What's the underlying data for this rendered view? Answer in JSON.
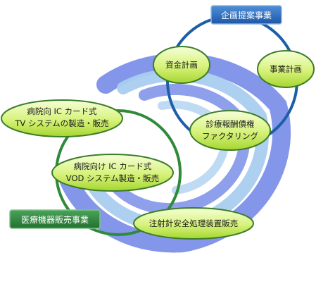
{
  "diagram": {
    "top_label": "企画提案事業",
    "bottom_label": "医療機器販売事業",
    "nodes": {
      "fund_plan": "資金計画",
      "business_plan": "事業計画",
      "factoring_line1": "診療報酬債権",
      "factoring_line2": "ファクタリング",
      "tv_line1": "病院向 IC カード式",
      "tv_line2": "TV システムの製造・販売",
      "vod_line1": "病院向け IC カード式",
      "vod_line2": "VOD システム製造・販売",
      "injection": "注射針安全処理装置販売"
    },
    "colors": {
      "blue_circle": "#1c5fa8",
      "green_circle": "#2f8a3a",
      "swirl_dark": "#6d83e6",
      "swirl_light": "#a9cdf0",
      "node_fill_light": "#f1ffc4",
      "node_fill_dark": "#b7e33c",
      "node_stroke": "#3c7d2a"
    }
  }
}
